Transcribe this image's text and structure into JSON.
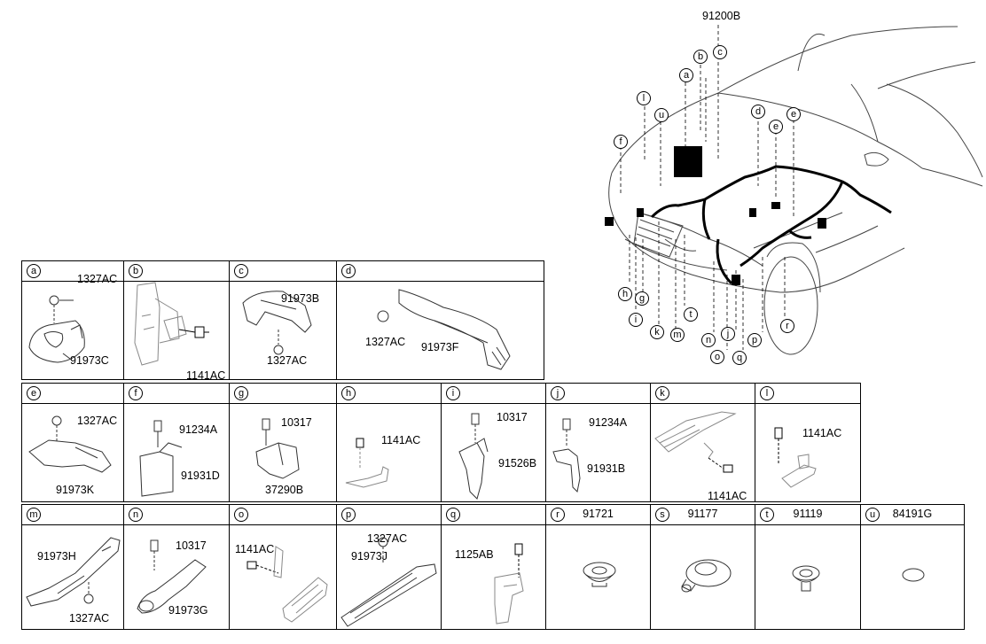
{
  "main_part": "91200B",
  "car_callouts": [
    "a",
    "b",
    "c",
    "d",
    "e",
    "e",
    "f",
    "g",
    "h",
    "i",
    "j",
    "k",
    "l",
    "m",
    "n",
    "o",
    "p",
    "q",
    "r",
    "t",
    "u"
  ],
  "panels": [
    {
      "letter": "a",
      "labels": [
        "1327AC",
        "91973C"
      ]
    },
    {
      "letter": "b",
      "labels": [
        "1141AC"
      ]
    },
    {
      "letter": "c",
      "labels": [
        "91973B",
        "1327AC"
      ]
    },
    {
      "letter": "d",
      "labels": [
        "1327AC",
        "91973F"
      ]
    },
    {
      "letter": "e",
      "labels": [
        "1327AC",
        "91973K"
      ]
    },
    {
      "letter": "f",
      "labels": [
        "91234A",
        "91931D"
      ]
    },
    {
      "letter": "g",
      "labels": [
        "10317",
        "37290B"
      ]
    },
    {
      "letter": "h",
      "labels": [
        "1141AC"
      ]
    },
    {
      "letter": "i",
      "labels": [
        "10317",
        "91526B"
      ]
    },
    {
      "letter": "j",
      "labels": [
        "91234A",
        "91931B"
      ]
    },
    {
      "letter": "k",
      "labels": [
        "1141AC"
      ]
    },
    {
      "letter": "l",
      "labels": [
        "1141AC"
      ]
    },
    {
      "letter": "m",
      "labels": [
        "91973H",
        "1327AC"
      ]
    },
    {
      "letter": "n",
      "labels": [
        "10317",
        "91973G"
      ]
    },
    {
      "letter": "o",
      "labels": [
        "1141AC"
      ]
    },
    {
      "letter": "p",
      "labels": [
        "1327AC",
        "91973J"
      ]
    },
    {
      "letter": "q",
      "labels": [
        "1125AB"
      ]
    },
    {
      "letter": "r",
      "title": "91721"
    },
    {
      "letter": "s",
      "title": "91177"
    },
    {
      "letter": "t",
      "title": "91119"
    },
    {
      "letter": "u",
      "title": "84191G"
    }
  ]
}
